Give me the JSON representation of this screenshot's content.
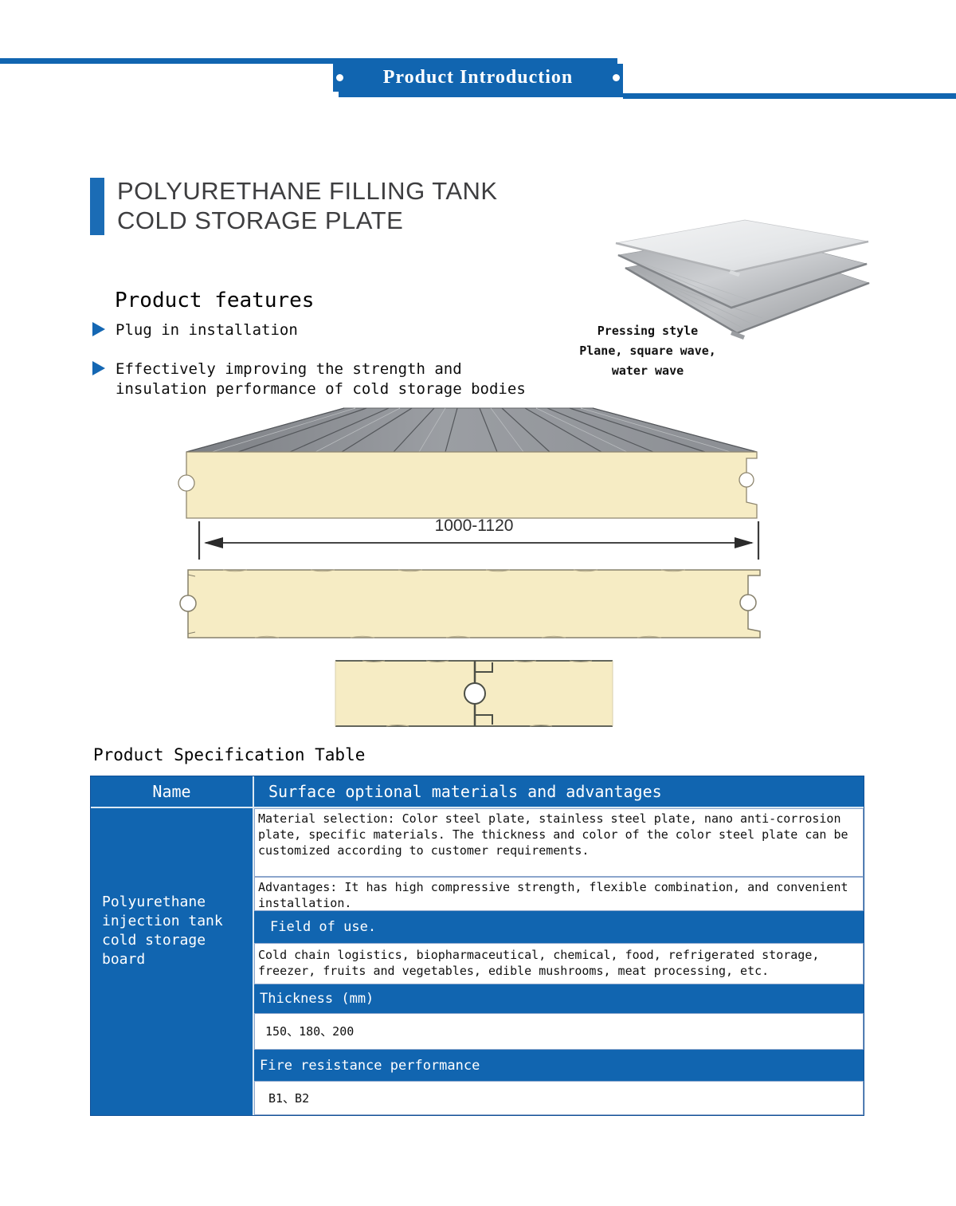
{
  "page": {
    "banner_title": "Product Introduction"
  },
  "product": {
    "title_line1": "POLYURETHANE FILLING TANK",
    "title_line2": "COLD STORAGE PLATE",
    "features_heading": "Product features",
    "features": [
      "Plug in installation",
      "Effectively improving the strength and insulation performance of cold storage bodies"
    ],
    "pressing_style": {
      "title": "Pressing style",
      "line2": "Plane, square wave,",
      "line3": "water wave"
    }
  },
  "diagram": {
    "width_label": "1000-1120"
  },
  "spec_table": {
    "heading": "Product Specification Table",
    "col_name_header": "Name",
    "col_surface_header": "Surface optional materials and advantages",
    "name_value": "Polyurethane injection tank cold storage board",
    "material_text": "Material selection: Color steel plate, stainless steel plate, nano anti-corrosion plate, specific materials. The thickness and color of the color steel plate can be customized according to customer requirements.",
    "advantages_text": "Advantages: It has high compressive strength, flexible combination, and convenient installation.",
    "field_of_use_header": "Field of use.",
    "field_of_use_text": "Cold chain logistics, biopharmaceutical, chemical, food, refrigerated storage, freezer, fruits and vegetables, edible mushrooms, meat processing, etc.",
    "thickness_header": "Thickness (mm)",
    "thickness_value": "150、180、200",
    "fire_header": "Fire resistance performance",
    "fire_value": "B1、B2"
  },
  "colors": {
    "accent_blue": "#1165B0",
    "cream": "#F6ECC4",
    "cream_edge": "#8F8770",
    "roof_gray": "#8E9196"
  }
}
